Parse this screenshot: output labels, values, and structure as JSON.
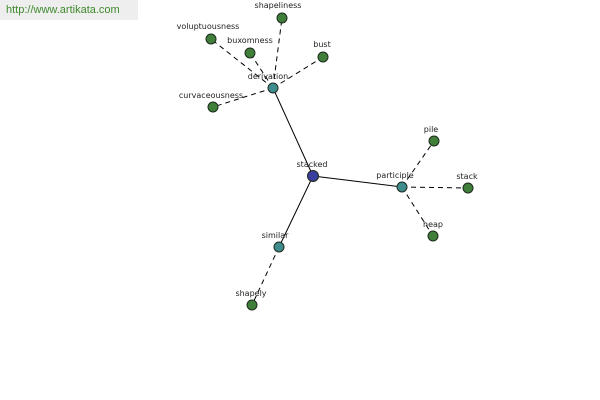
{
  "header": {
    "url": "http://www.artikata.com"
  },
  "colors": {
    "center": "#3b3e9c",
    "hub": "#3f8c8c",
    "leaf": "#3f7f3a",
    "url_bg": "#eeeeee",
    "url_text": "#3f8a2e"
  },
  "graph": {
    "nodes": [
      {
        "id": "stacked",
        "label": "stacked",
        "kind": "center"
      },
      {
        "id": "derivation",
        "label": "derivation",
        "kind": "hub"
      },
      {
        "id": "participle",
        "label": "participle",
        "kind": "hub"
      },
      {
        "id": "similar",
        "label": "similar",
        "kind": "hub"
      },
      {
        "id": "shapeliness",
        "label": "shapeliness",
        "kind": "leaf"
      },
      {
        "id": "voluptuousness",
        "label": "voluptuousness",
        "kind": "leaf"
      },
      {
        "id": "buxomness",
        "label": "buxomness",
        "kind": "leaf"
      },
      {
        "id": "bust",
        "label": "bust",
        "kind": "leaf"
      },
      {
        "id": "curvaceousness",
        "label": "curvaceousness",
        "kind": "leaf"
      },
      {
        "id": "pile",
        "label": "pile",
        "kind": "leaf"
      },
      {
        "id": "stack",
        "label": "stack",
        "kind": "leaf"
      },
      {
        "id": "heap",
        "label": "heap",
        "kind": "leaf"
      },
      {
        "id": "shapely",
        "label": "shapely",
        "kind": "leaf"
      }
    ],
    "edges": [
      {
        "from": "stacked",
        "to": "derivation",
        "style": "solid"
      },
      {
        "from": "stacked",
        "to": "participle",
        "style": "solid"
      },
      {
        "from": "stacked",
        "to": "similar",
        "style": "solid"
      },
      {
        "from": "derivation",
        "to": "shapeliness",
        "style": "dashed"
      },
      {
        "from": "derivation",
        "to": "voluptuousness",
        "style": "dashed"
      },
      {
        "from": "derivation",
        "to": "buxomness",
        "style": "dashed"
      },
      {
        "from": "derivation",
        "to": "bust",
        "style": "dashed"
      },
      {
        "from": "derivation",
        "to": "curvaceousness",
        "style": "dashed"
      },
      {
        "from": "participle",
        "to": "pile",
        "style": "dashed"
      },
      {
        "from": "participle",
        "to": "stack",
        "style": "dashed"
      },
      {
        "from": "participle",
        "to": "heap",
        "style": "dashed"
      },
      {
        "from": "similar",
        "to": "shapely",
        "style": "dashed"
      }
    ]
  }
}
